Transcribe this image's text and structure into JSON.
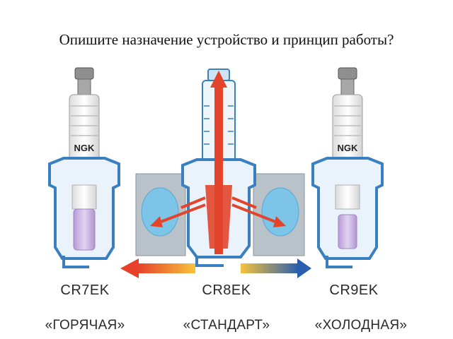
{
  "slide": {
    "question": "Опишите назначение устройство и принцип работы?"
  },
  "plugs": [
    {
      "brand": "NGK",
      "model": "CR7EK",
      "heat_type": "«ГОРЯЧАЯ»"
    },
    {
      "brand": "",
      "model": "CR8EK",
      "heat_type": "«СТАНДАРТ»"
    },
    {
      "brand": "NGK",
      "model": "CR9EK",
      "heat_type": "«ХОЛОДНАЯ»"
    }
  ],
  "colors": {
    "hot_arrow": "#e8402a",
    "cold_arrow": "#2a5fb0",
    "body_blue": "#3a7fc0",
    "insulator": "#f2f2f2",
    "tip": "#c9aee0",
    "head_metal": "#e6c9a8",
    "coolant": "#7cc4e8",
    "heat_path": "#e2452b"
  }
}
